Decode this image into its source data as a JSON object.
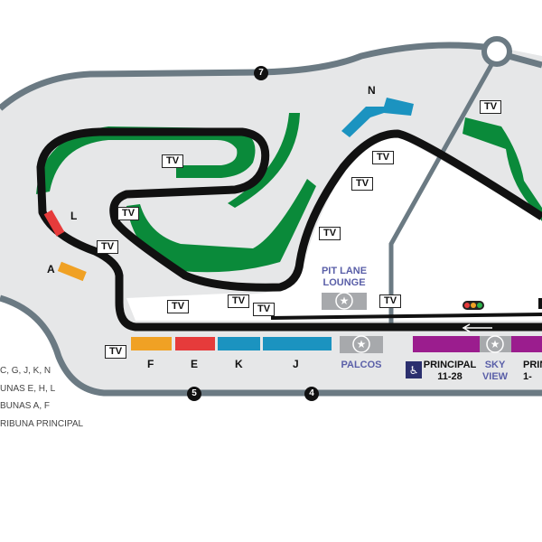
{
  "markers": [
    "7",
    "5",
    "4"
  ],
  "tv_label": "TV",
  "stands": {
    "N": "N",
    "L": "L",
    "A": "A",
    "F": "F",
    "E": "E",
    "K": "K",
    "J": "J"
  },
  "pit_lane_lounge": [
    "PIT LANE",
    "LOUNGE"
  ],
  "palcos": "PALCOS",
  "principal": [
    "PRINCIPAL",
    "11-28"
  ],
  "sky_view": [
    "SKY",
    "VIEW"
  ],
  "principal_right": [
    "PRIN",
    "1-"
  ],
  "legend": [
    "C, G, J, K, N",
    "UNAS  E, H, L",
    "BUNAS  A, F",
    "RIBUNA PRINCIPAL"
  ],
  "colors": {
    "track": "#111111",
    "road": "#6b7a83",
    "ground": "#e6e7e8",
    "green": "#0a8a3a",
    "blue_stand": "#1b93c0",
    "red_stand": "#e63b3b",
    "orange_stand": "#f0a124",
    "purple_stand": "#9b1d8e",
    "grey_stand": "#a7a9ac"
  }
}
